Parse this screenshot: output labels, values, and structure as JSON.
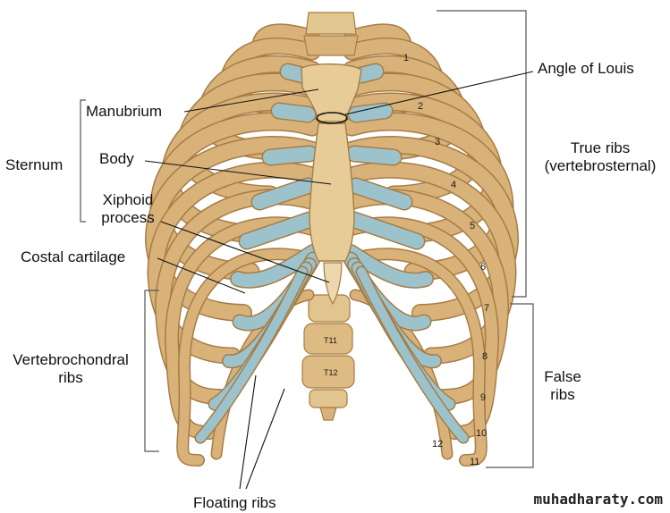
{
  "labels": {
    "angle_of_louis": "Angle of Louis",
    "manubrium": "Manubrium",
    "sternum": "Sternum",
    "body": "Body",
    "xiphoid_line1": "Xiphoid",
    "xiphoid_line2": "process",
    "costal_cartilage": "Costal cartilage",
    "vertebrochondral_line1": "Vertebrochondral",
    "vertebrochondral_line2": "ribs",
    "true_ribs_line1": "True ribs",
    "true_ribs_line2": "(vertebrosternal)",
    "false_ribs_line1": "False",
    "false_ribs_line2": "ribs",
    "floating_ribs": "Floating ribs"
  },
  "rib_numbers": [
    "1",
    "2",
    "3",
    "4",
    "5",
    "6",
    "7",
    "8",
    "9",
    "10",
    "11",
    "12"
  ],
  "vertebra_labels": [
    "T11",
    "T12"
  ],
  "watermark": "muhadharaty.com",
  "colors": {
    "bone": "#d9b27a",
    "bone_dark": "#a67c44",
    "bone_light": "#ecd2a1",
    "cartilage": "#9cc3cc",
    "cartilage_dark": "#6e9aa6",
    "line": "#111111"
  }
}
